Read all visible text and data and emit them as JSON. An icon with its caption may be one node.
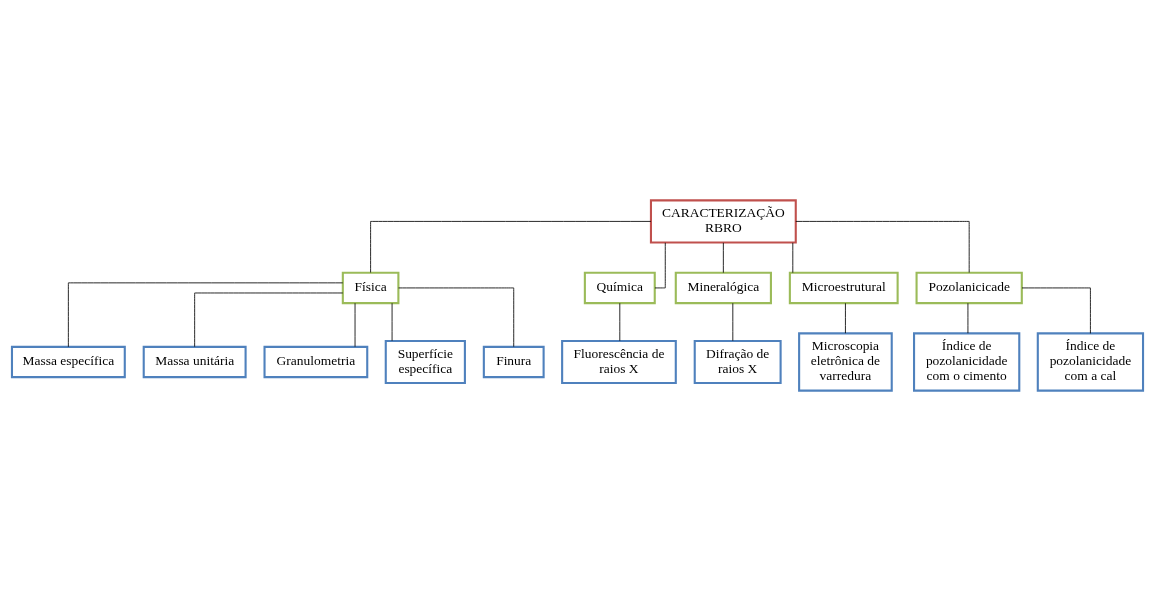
{
  "diagram": {
    "nodes": [
      {
        "text": [
          "CARACTERIZAÇÃO RBRO"
        ]
      },
      {
        "text": [
          "Física"
        ]
      },
      {
        "text": [
          "Química"
        ]
      },
      {
        "text": [
          "Mineralógica"
        ]
      },
      {
        "text": [
          "Microestrutural"
        ]
      },
      {
        "text": [
          "Pozolanicicade"
        ]
      },
      {
        "text": [
          "Massa específica"
        ]
      },
      {
        "text": [
          "Massa unitária"
        ]
      },
      {
        "text": [
          "Granulometria"
        ]
      },
      {
        "text": [
          "Superfície específica"
        ]
      },
      {
        "text": [
          "Finura"
        ]
      },
      {
        "text": [
          "Fluorescência de raios X"
        ]
      },
      {
        "text": [
          "Difração de raios X"
        ]
      },
      {
        "text": [
          "Microscopia eletrônica de varredura"
        ]
      },
      {
        "text": [
          "Índice de pozolanicidade com o cimento"
        ]
      },
      {
        "text": [
          "Índice de pozolanicidade com a cal"
        ]
      }
    ],
    "edges": [
      {
        "from": 0,
        "to": 1,
        "arrow": "none"
      },
      {
        "from": 0,
        "to": 2,
        "arrow": "none"
      },
      {
        "from": 0,
        "to": 3,
        "arrow": "none"
      },
      {
        "from": 0,
        "to": 4,
        "arrow": "none"
      },
      {
        "from": 0,
        "to": 5,
        "arrow": "none"
      },
      {
        "from": 1,
        "to": 6,
        "arrow": "none"
      },
      {
        "from": 1,
        "to": 7,
        "arrow": "none"
      },
      {
        "from": 1,
        "to": 8,
        "arrow": "none"
      },
      {
        "from": 1,
        "to": 9,
        "arrow": "none"
      },
      {
        "from": 1,
        "to": 10,
        "arrow": "none"
      },
      {
        "from": 2,
        "to": 11,
        "arrow": "none"
      },
      {
        "from": 3,
        "to": 12,
        "arrow": "none"
      },
      {
        "from": 4,
        "to": 13,
        "arrow": "none"
      },
      {
        "from": 5,
        "to": 14,
        "arrow": "none"
      },
      {
        "from": 5,
        "to": 15,
        "arrow": "none"
      }
    ]
  }
}
